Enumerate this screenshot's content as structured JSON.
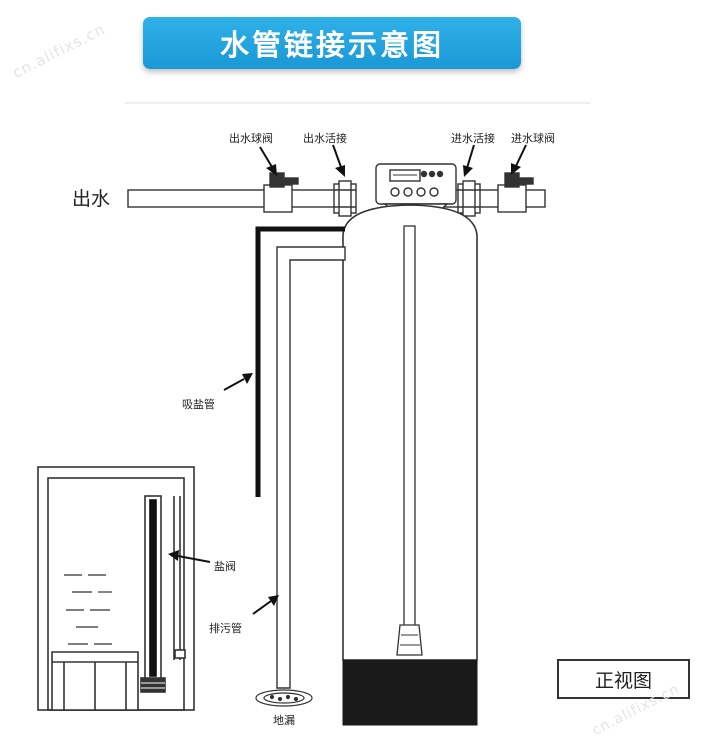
{
  "title": "水管链接示意图",
  "watermark": "cn.alifixs.cn",
  "labels": {
    "outlet": "出水",
    "outlet_ball_valve": "出水球阀",
    "outlet_union": "出水活接",
    "inlet_union": "进水活接",
    "inlet_ball_valve": "进水球阀",
    "brine_suction_pipe": "吸盐管",
    "brine_valve": "盐阀",
    "drain_pipe": "排污管",
    "floor_drain": "地漏",
    "front_view": "正视图"
  },
  "colors": {
    "banner": "#1b98d6",
    "line": "#333333",
    "tank_bottom": "#1a1a1a"
  }
}
